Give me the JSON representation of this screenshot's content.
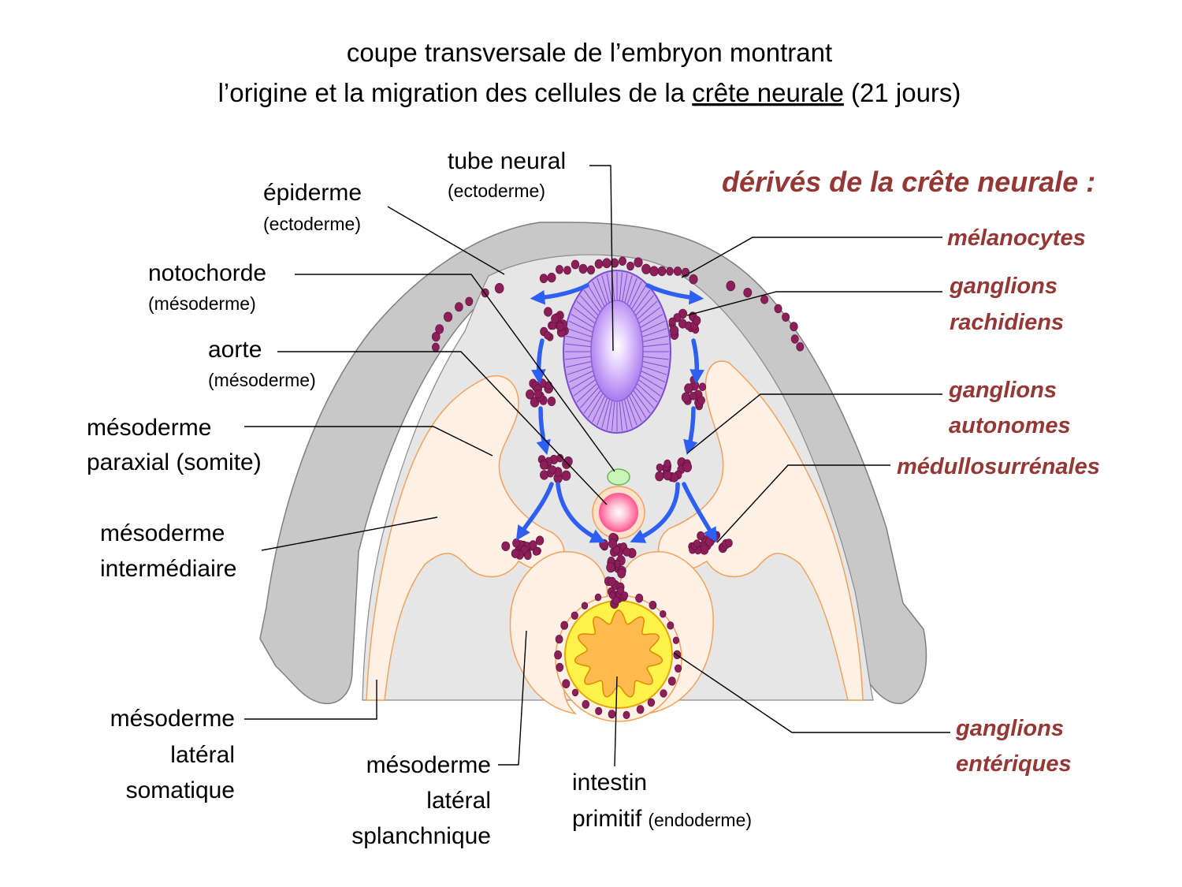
{
  "title": {
    "line1": "coupe transversale de l’embryon montrant",
    "line2_prefix": "l’origine et la migration des cellules de la ",
    "line2_underlined": "crête neurale",
    "line2_suffix": " (21 jours)"
  },
  "labels": {
    "tube_neural": "tube neural",
    "tube_neural_sub": "(ectoderme)",
    "epiderme": "épiderme",
    "epiderme_sub": "(ectoderme)",
    "notochorde": "notochorde",
    "notochorde_sub": "(mésoderme)",
    "aorte": "aorte",
    "aorte_sub": "(mésoderme)",
    "paraxial_1": "mésoderme",
    "paraxial_2": "paraxial (somite)",
    "intermediaire_1": "mésoderme",
    "intermediaire_2": "intermédiaire",
    "somatique_1": "mésoderme",
    "somatique_2": "latéral",
    "somatique_3": "somatique",
    "splanchnique_1": "mésoderme",
    "splanchnique_2": "latéral",
    "splanchnique_3": "splanchnique",
    "intestin_1": "intestin",
    "intestin_2": "primitif",
    "intestin_sub": "(endoderme)"
  },
  "derivatives": {
    "heading": "dérivés de la crête neurale :",
    "melanocytes": "mélanocytes",
    "rachidiens_1": "ganglions",
    "rachidiens_2": "rachidiens",
    "autonomes_1": "ganglions",
    "autonomes_2": "autonomes",
    "medullo": "médullosurrénales",
    "enteriques_1": "ganglions",
    "enteriques_2": "entériques"
  },
  "colors": {
    "derivative_text": "#953735",
    "neural_crest_cells": "#8c1f5a",
    "migration_arrows": "#2f5ff2",
    "epidermis": "#c8c8c8",
    "mesoderm": "#fff1e6",
    "mesoderm_outline": "#f5a15a",
    "neural_tube": "#c9a6f0",
    "gut_yellow": "#fff24a",
    "gut_orange": "#ffbb4d",
    "aorta": "#ff6f9f",
    "notochord": "#c9f5b8"
  }
}
